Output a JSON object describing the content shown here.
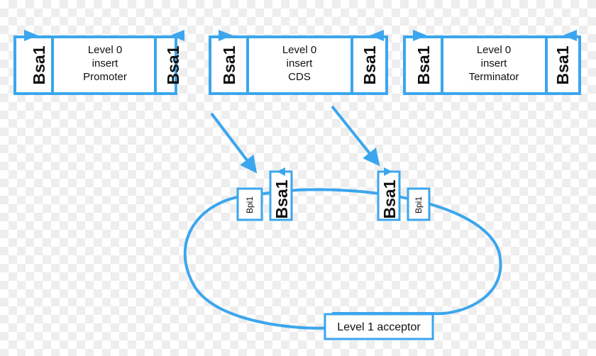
{
  "colors": {
    "accent": "#3ba6ee",
    "text": "#111111",
    "box_fill": "#ffffff"
  },
  "level0_modules": [
    {
      "left_site": "Bsa1",
      "insert_lines": [
        "Level 0",
        "insert",
        "Promoter"
      ],
      "right_site": "Bsa1"
    },
    {
      "left_site": "Bsa1",
      "insert_lines": [
        "Level 0",
        "insert",
        "CDS"
      ],
      "right_site": "Bsa1"
    },
    {
      "left_site": "Bsa1",
      "insert_lines": [
        "Level 0",
        "insert",
        "Terminator"
      ],
      "right_site": "Bsa1"
    }
  ],
  "plasmid": {
    "sites": {
      "bpi_left": "Bpi1",
      "bsa_left": "Bsa1",
      "bsa_right": "Bsa1",
      "bpi_right": "Bpi1"
    },
    "acceptor_label": "Level 1 acceptor"
  }
}
